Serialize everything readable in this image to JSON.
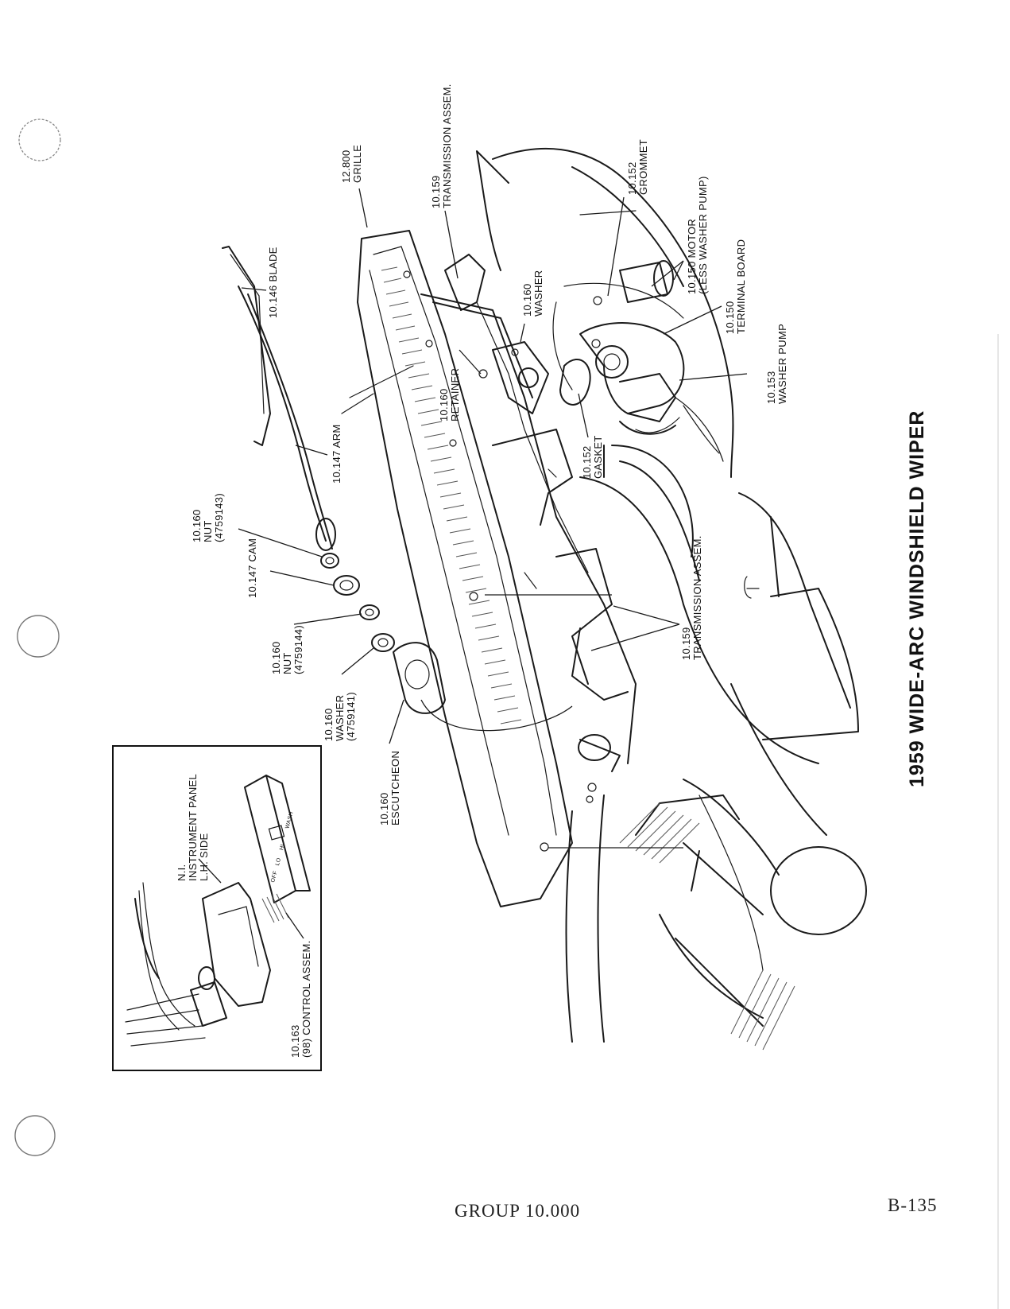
{
  "title": "1959 WIDE-ARC WINDSHIELD WIPER",
  "footer": {
    "group": "GROUP 10.000",
    "page_number": "B-135"
  },
  "callouts": {
    "grille": {
      "line1": "12.800",
      "line2": "GRILLE"
    },
    "transmission_top": {
      "line1": "10.159",
      "line2": "TRANSMISSION ASSEM."
    },
    "grommet": {
      "line1": "10.152",
      "line2": "GROMMET"
    },
    "motor": {
      "line1": "10.150 MOTOR",
      "line2": "(LESS WASHER PUMP)"
    },
    "terminal_board": {
      "line1": "10.150",
      "line2": "TERMINAL BOARD"
    },
    "washer_pump": {
      "line1": "10.153",
      "line2": "WASHER PUMP"
    },
    "blade": {
      "line1": "10.146 BLADE"
    },
    "washer_upper": {
      "line1": "10.160",
      "line2": "WASHER"
    },
    "retainer": {
      "line1": "10.160",
      "line2": "RETAINER"
    },
    "gasket": {
      "line1": "10.152",
      "line2": "GASKET"
    },
    "arm": {
      "line1": "10.147 ARM"
    },
    "nut_143": {
      "line1": "10.160",
      "line2": "NUT",
      "line3": "(4759143)"
    },
    "cam": {
      "line1": "10.147 CAM"
    },
    "nut_144": {
      "line1": "10.160",
      "line2": "NUT",
      "line3": "(4759144)"
    },
    "washer_141": {
      "line1": "10.160",
      "line2": "WASHER",
      "line3": "(4759141)"
    },
    "escutcheon": {
      "line1": "10.160",
      "line2": "ESCUTCHEON"
    },
    "transmission_lower": {
      "line1": "10.159",
      "line2": "TRANSMISSION ASSEM."
    },
    "instrument_panel": {
      "line1": "N.I.",
      "line2": "INSTRUMENT PANEL",
      "line3": "L.H. SIDE"
    },
    "control_assem": {
      "line1": "10.163",
      "line2": "(98) CONTROL ASSEM."
    }
  },
  "switch_labels": {
    "off": "OFF",
    "lo": "LO",
    "hi": "HI",
    "wash": "WASH"
  }
}
